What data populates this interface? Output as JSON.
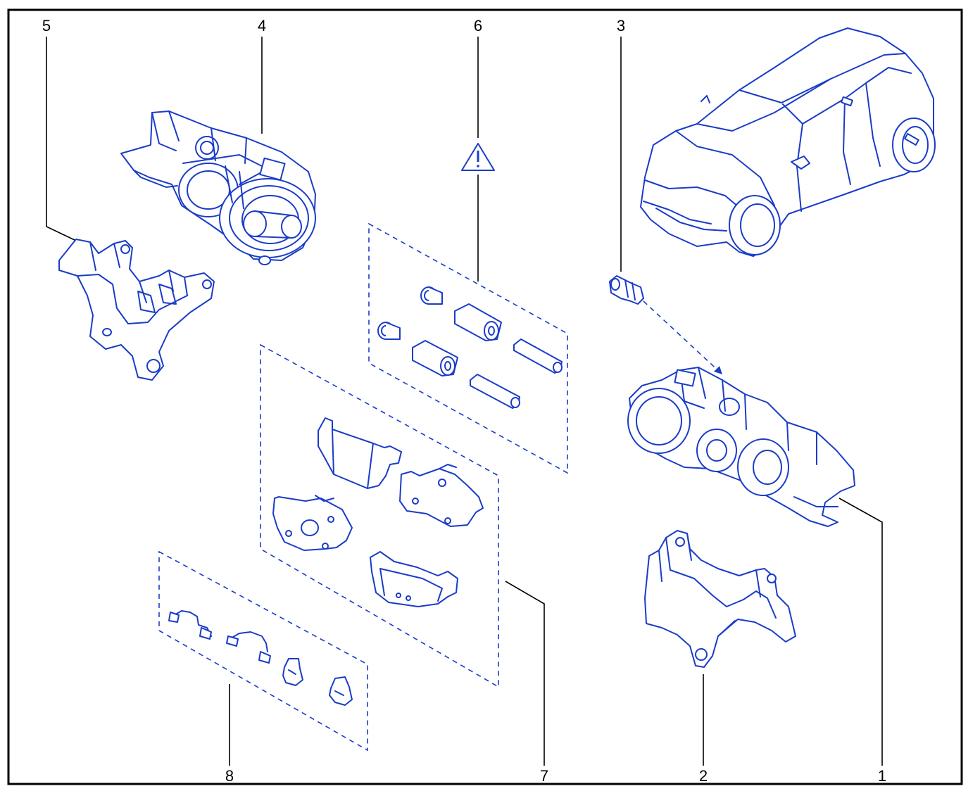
{
  "callouts": {
    "c1": "1",
    "c2": "2",
    "c3": "3",
    "c4": "4",
    "c5": "5",
    "c6": "6",
    "c7": "7",
    "c8": "8"
  },
  "icons": {
    "warning": "warning-triangle-icon",
    "vehicle": "car-icon"
  },
  "colors": {
    "line_art": "#1a3cc8",
    "frame": "#000000",
    "background": "#ffffff"
  }
}
